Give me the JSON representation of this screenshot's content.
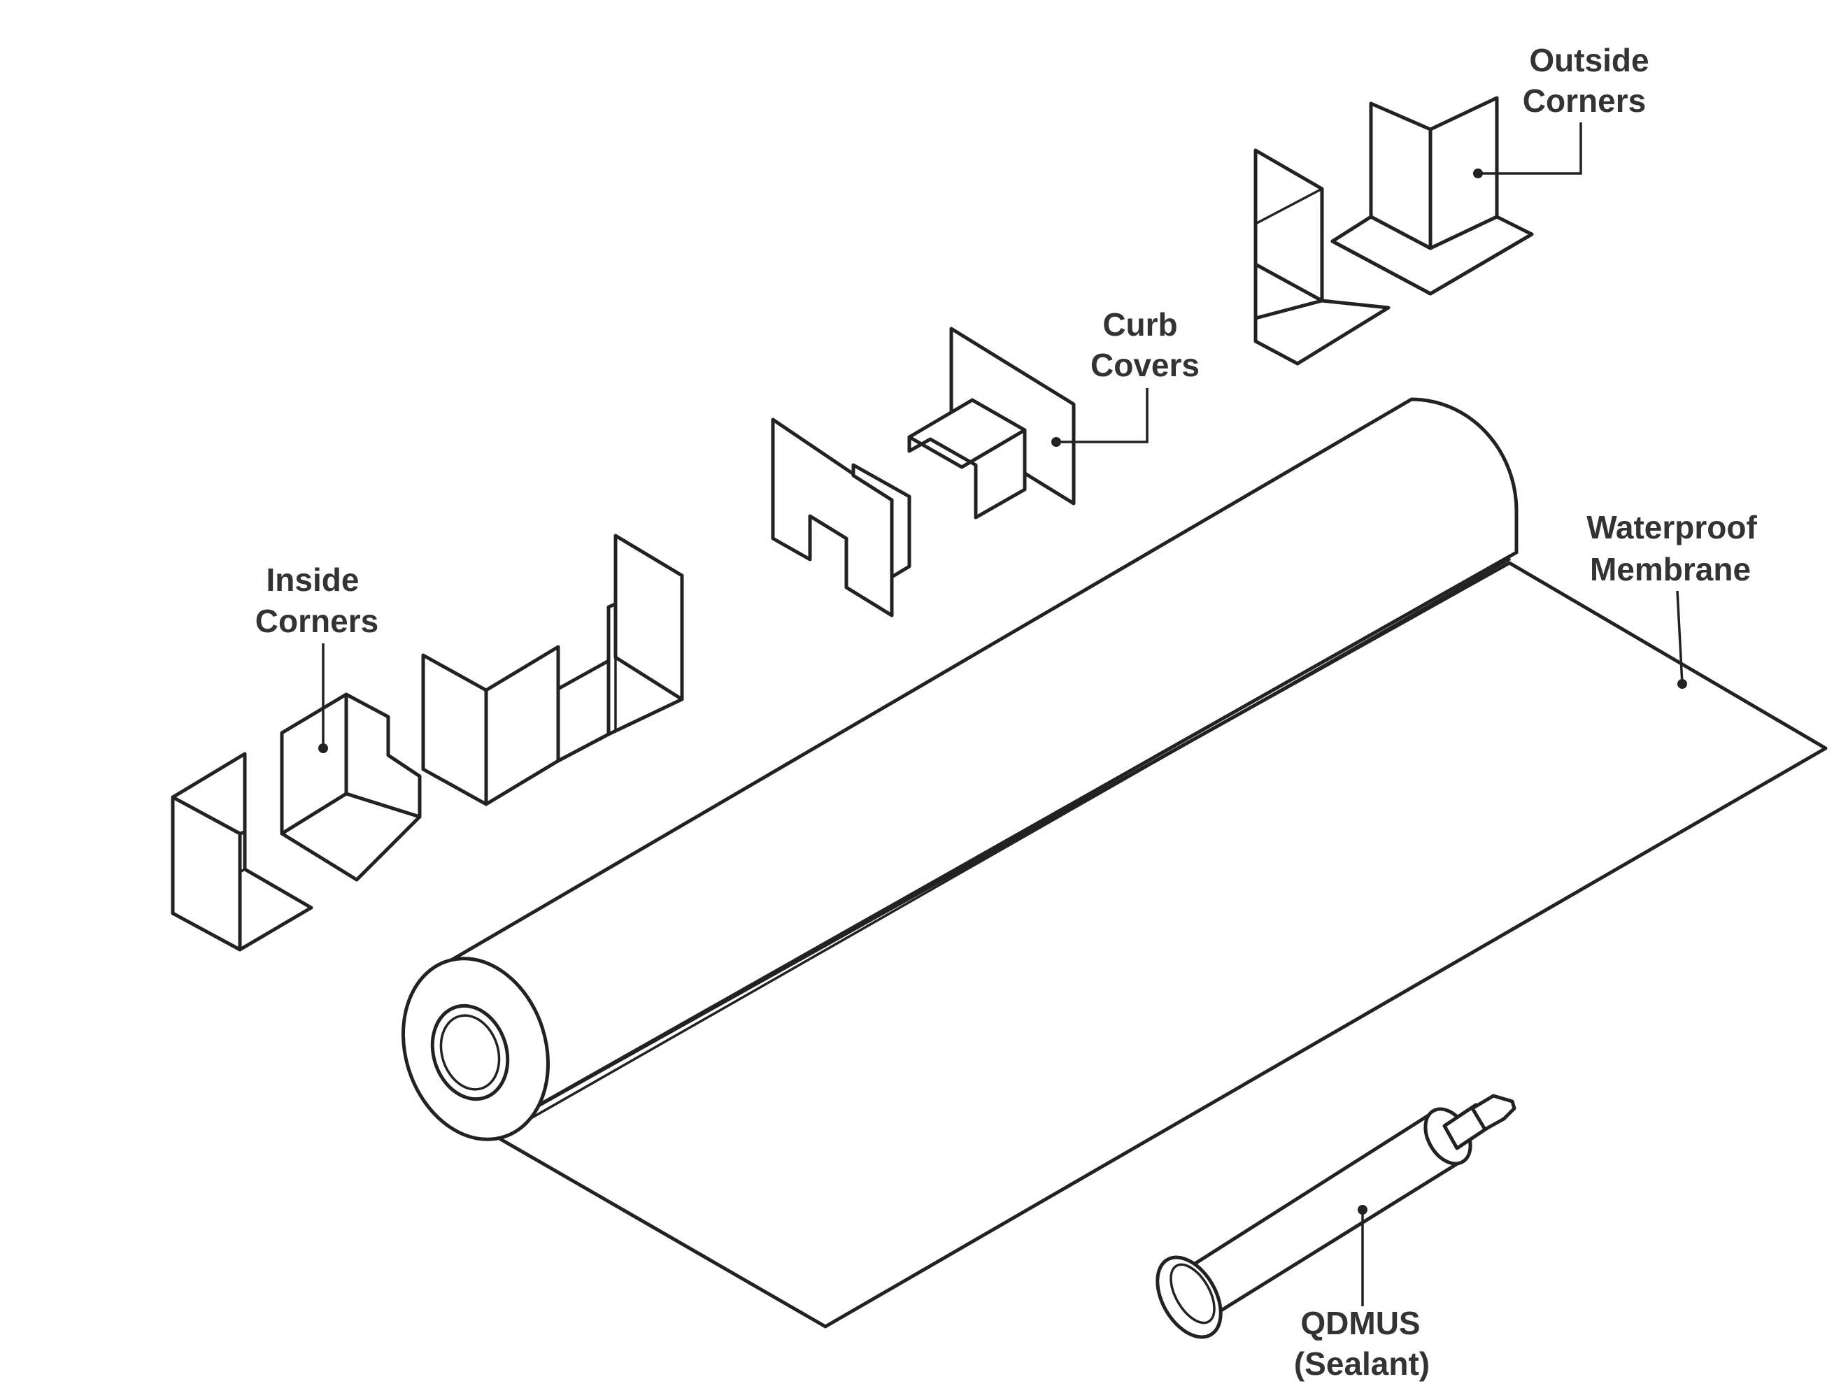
{
  "labels": {
    "outside_corners": [
      "Outside",
      "Corners"
    ],
    "curb_covers": [
      "Curb",
      "Covers"
    ],
    "inside_corners": [
      "Inside",
      "Corners"
    ],
    "waterproof_membrane": [
      "Waterproof",
      "Membrane"
    ],
    "sealant": [
      "QDMUS",
      "(Sealant)"
    ]
  },
  "colors": {
    "line": "#222222",
    "text": "#333333",
    "background": "#ffffff"
  }
}
